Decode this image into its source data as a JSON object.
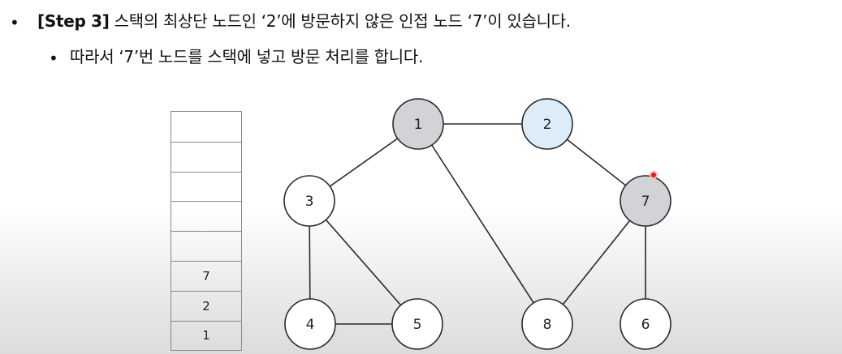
{
  "bullets": {
    "line1_tag": "[Step 3]",
    "line1_text": " 스택의 최상단 노드인 ‘2’에 방문하지 않은 인접 노드 ‘7’이 있습니다.",
    "line2_text": "따라서 ‘7’번 노드를 스택에 넣고 방문 처리를 합니다.",
    "dot": "•"
  },
  "stack": {
    "cells": [
      "",
      "",
      "",
      "",
      "",
      "7",
      "2",
      "1"
    ]
  },
  "graph": {
    "nodes": [
      {
        "id": "1",
        "label": "1",
        "state": "visited"
      },
      {
        "id": "2",
        "label": "2",
        "state": "current"
      },
      {
        "id": "3",
        "label": "3",
        "state": "unvisited"
      },
      {
        "id": "4",
        "label": "4",
        "state": "unvisited"
      },
      {
        "id": "5",
        "label": "5",
        "state": "unvisited"
      },
      {
        "id": "6",
        "label": "6",
        "state": "unvisited"
      },
      {
        "id": "7",
        "label": "7",
        "state": "visited"
      },
      {
        "id": "8",
        "label": "8",
        "state": "unvisited"
      }
    ],
    "edges": [
      [
        "1",
        "2"
      ],
      [
        "1",
        "3"
      ],
      [
        "1",
        "8"
      ],
      [
        "2",
        "7"
      ],
      [
        "3",
        "4"
      ],
      [
        "3",
        "5"
      ],
      [
        "4",
        "5"
      ],
      [
        "7",
        "6"
      ],
      [
        "7",
        "8"
      ]
    ]
  },
  "colors": {
    "visited": "#d3d2d7",
    "current": "#dcecf8",
    "unvisited": "#ffffff",
    "stroke": "#2a2a2a",
    "edge": "#2a2a2a",
    "cursor": "#e02020"
  }
}
